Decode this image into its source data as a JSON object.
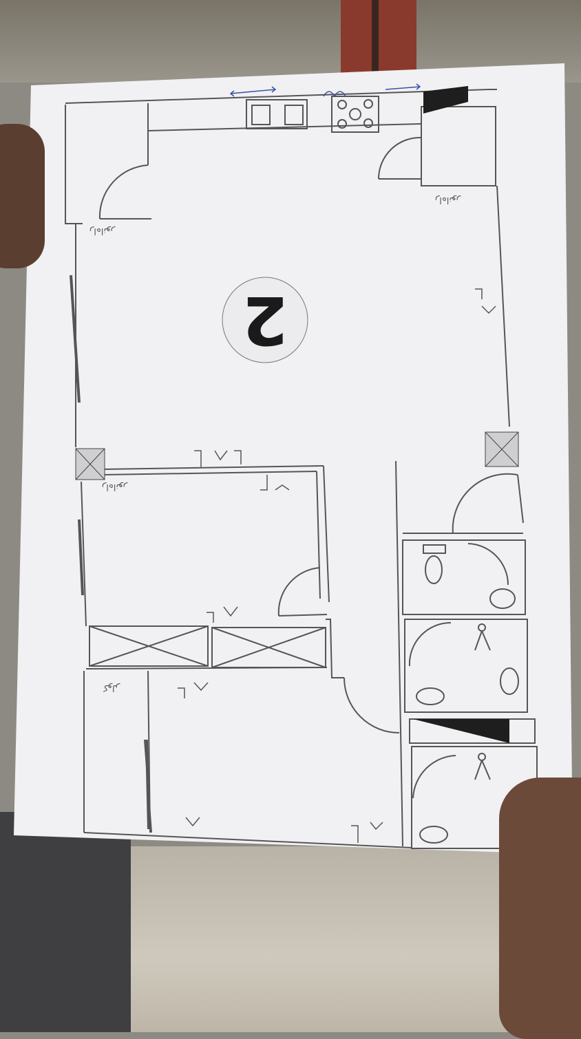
{
  "plan": {
    "unit_number": "2",
    "labels": {
      "room_top_left": "راه‌انور",
      "room_top_right": "راه‌انور",
      "room_mid_left": "راه‌انور",
      "small_room": "کولر"
    }
  },
  "colors": {
    "paper": "#f1f1f3",
    "line": "#555555",
    "ink_blue": "#3a4ea8"
  },
  "icons": [
    "door-swing-icon",
    "toilet-icon",
    "sink-icon",
    "shower-icon",
    "stove-icon",
    "electrical-outlet-icon"
  ]
}
